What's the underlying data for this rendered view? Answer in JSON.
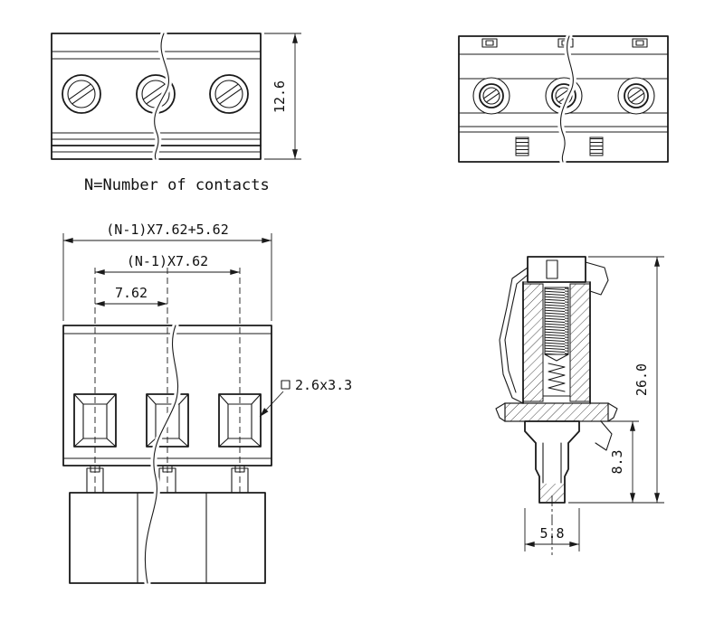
{
  "title": "Pluggable terminal block dimensional drawing",
  "labels": {
    "contacts_note": "N=Number of contacts",
    "dim_height": "12.6",
    "dim_total_width": "(N-1)X7.62+5.62",
    "dim_contact_span": "(N-1)X7.62",
    "dim_pitch": "7.62",
    "dim_opening": "2.6x3.3",
    "dim_overall_side": "26.0",
    "dim_pin_length": "8.3",
    "dim_pin_width": "5.8"
  }
}
